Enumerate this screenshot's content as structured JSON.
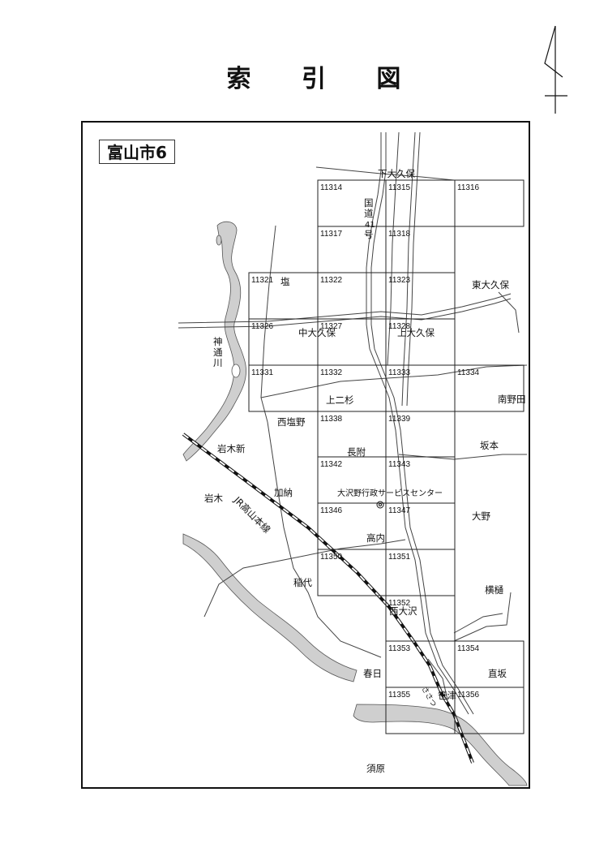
{
  "title": "索 引 図",
  "city": "富山市6",
  "grid_cells": [
    {
      "id": "11314"
    },
    {
      "id": "11315"
    },
    {
      "id": "11316"
    },
    {
      "id": "11317"
    },
    {
      "id": "11318"
    },
    {
      "id": "11321"
    },
    {
      "id": "11322"
    },
    {
      "id": "11323"
    },
    {
      "id": "11326"
    },
    {
      "id": "11327"
    },
    {
      "id": "11328"
    },
    {
      "id": "11331"
    },
    {
      "id": "11332"
    },
    {
      "id": "11333"
    },
    {
      "id": "11334"
    },
    {
      "id": "11338"
    },
    {
      "id": "11339"
    },
    {
      "id": "11342"
    },
    {
      "id": "11343"
    },
    {
      "id": "11346"
    },
    {
      "id": "11347"
    },
    {
      "id": "11350"
    },
    {
      "id": "11351"
    },
    {
      "id": "11352"
    },
    {
      "id": "11353"
    },
    {
      "id": "11354"
    },
    {
      "id": "11355"
    },
    {
      "id": "11356"
    }
  ],
  "places": {
    "shimo_okubo": "下大久保",
    "shio": "塩",
    "higashi_okubo": "東大久保",
    "naka_okubo": "中大久保",
    "kami_okubo": "上大久保",
    "kami_nisugi": "上二杉",
    "minami_noda": "南野田",
    "nishi_shiono": "西塩野",
    "sakamoto": "坂本",
    "iwaki_shin": "岩木新",
    "nagatsuki": "長附",
    "iwaki": "岩木",
    "kano": "加納",
    "center": "大沢野行政サービスセンター",
    "ono": "大野",
    "takauchi": "高内",
    "inashiro": "稲代",
    "yokotoi": "横樋",
    "nishi_osawa": "西大沢",
    "kasuga": "春日",
    "nosaka": "直坂",
    "sasazu": "笹津",
    "suhara": "須原",
    "station": "ささつ"
  },
  "road_label": [
    "国",
    "道",
    "41",
    "号"
  ],
  "river_label": [
    "神",
    "通",
    "川"
  ],
  "rail_label": "JR高山本線"
}
